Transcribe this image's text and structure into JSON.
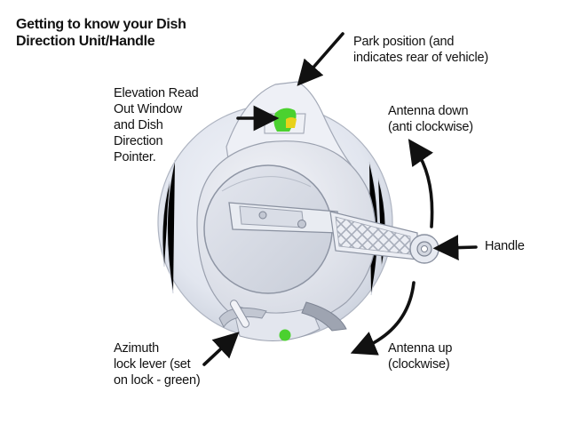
{
  "title": [
    "Getting to know your Dish",
    "Direction Unit/Handle"
  ],
  "labels": {
    "park": [
      "Park position (and",
      "indicates rear of vehicle)"
    ],
    "elevation": [
      "Elevation Read",
      "Out Window",
      "and Dish",
      "Direction",
      "Pointer."
    ],
    "antenna_down": [
      "Antenna down",
      "(anti clockwise)"
    ],
    "handle": [
      "Handle"
    ],
    "antenna_up": [
      "Antenna up",
      "(clockwise)"
    ],
    "azimuth": [
      "Azimuth",
      "lock lever (set",
      "on lock - green)"
    ]
  },
  "colors": {
    "indicator_green": "#4bd12f",
    "indicator_yellow": "#e8d21a",
    "housing_fill": "#e9ecf3",
    "housing_stroke": "#9aa0ae"
  }
}
